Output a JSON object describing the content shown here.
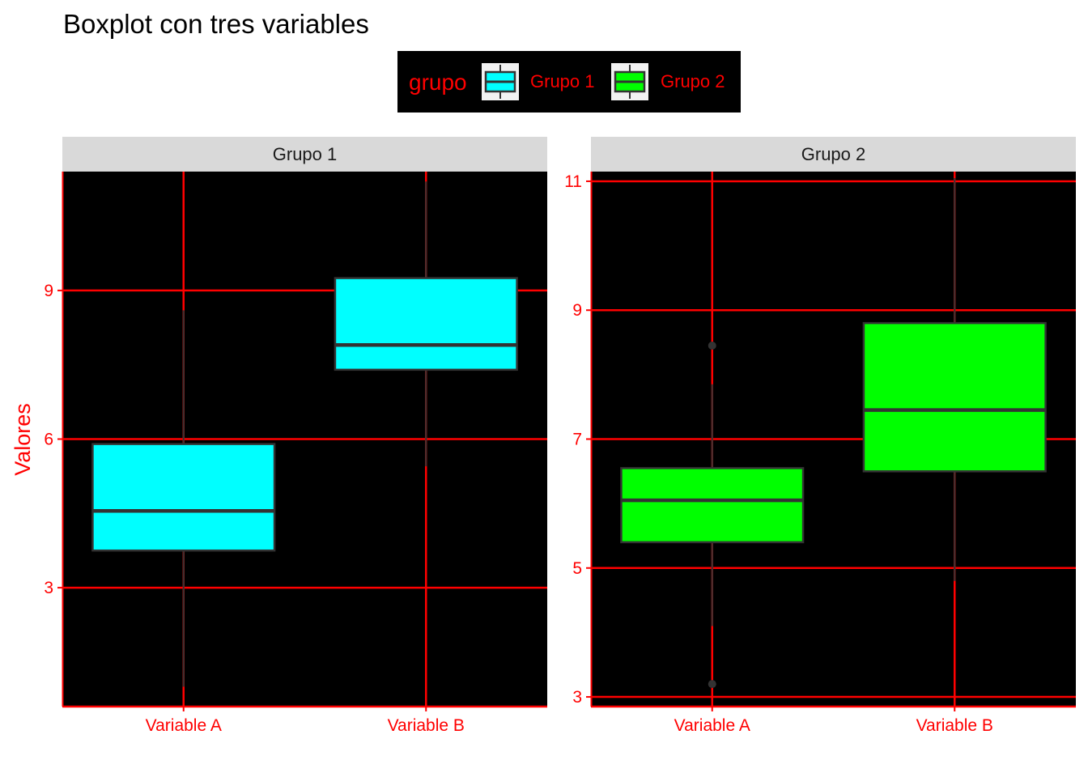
{
  "chart_data": {
    "type": "boxplot",
    "title": "Boxplot con tres variables",
    "xlabel": "",
    "ylabel": "Valores",
    "legend": {
      "title": "grupo",
      "position": "top",
      "entries": [
        {
          "label": "Grupo 1",
          "color": "#00FFFF"
        },
        {
          "label": "Grupo 2",
          "color": "#00FF00"
        }
      ]
    },
    "colors": {
      "panel_background": "#000000",
      "grid": "#FF0000",
      "text": "#FF0000",
      "strip_background": "#D9D9D9",
      "box_outline": "#333333"
    },
    "grid": true,
    "categories": [
      "Variable A",
      "Variable B"
    ],
    "facets": [
      {
        "name": "Grupo 1",
        "ylim": [
          0.6,
          11.4
        ],
        "yticks": [
          3,
          6,
          9
        ],
        "boxes": [
          {
            "category": "Variable A",
            "min": 1.0,
            "q1": 3.75,
            "median": 4.55,
            "q3": 5.9,
            "max": 8.6,
            "outliers": []
          },
          {
            "category": "Variable B",
            "min": 5.45,
            "q1": 7.4,
            "median": 7.9,
            "q3": 9.25,
            "max": 11.2,
            "outliers": []
          }
        ]
      },
      {
        "name": "Grupo 2",
        "ylim": [
          2.85,
          11.15
        ],
        "yticks": [
          3,
          5,
          7,
          9,
          11
        ],
        "boxes": [
          {
            "category": "Variable A",
            "min": 4.1,
            "q1": 5.4,
            "median": 6.05,
            "q3": 6.55,
            "max": 7.85,
            "outliers": [
              8.45,
              3.2
            ]
          },
          {
            "category": "Variable B",
            "min": 4.8,
            "q1": 6.5,
            "median": 7.45,
            "q3": 8.8,
            "max": 11.05,
            "outliers": []
          }
        ]
      }
    ]
  }
}
